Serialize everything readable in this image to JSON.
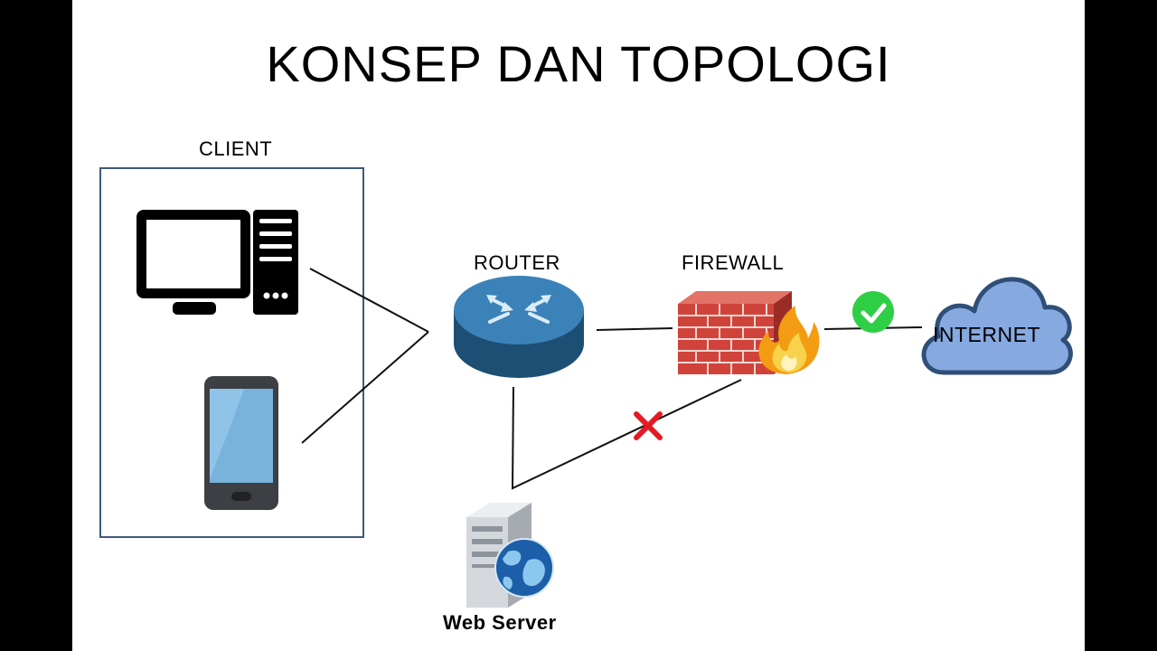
{
  "title": "KONSEP DAN TOPOLOGI",
  "nodes": {
    "client": "CLIENT",
    "router": "ROUTER",
    "firewall": "FIREWALL",
    "internet": "INTERNET",
    "web_server": "Web Server"
  },
  "status": {
    "internet_link": "allowed",
    "server_link": "blocked"
  },
  "colors": {
    "box_border": "#3f5a7d",
    "router": "#2f6fa0",
    "firewall_brick": "#d0433a",
    "cloud_fill": "#86a9e0",
    "check": "#2fcf45",
    "cross": "#e21b24"
  }
}
